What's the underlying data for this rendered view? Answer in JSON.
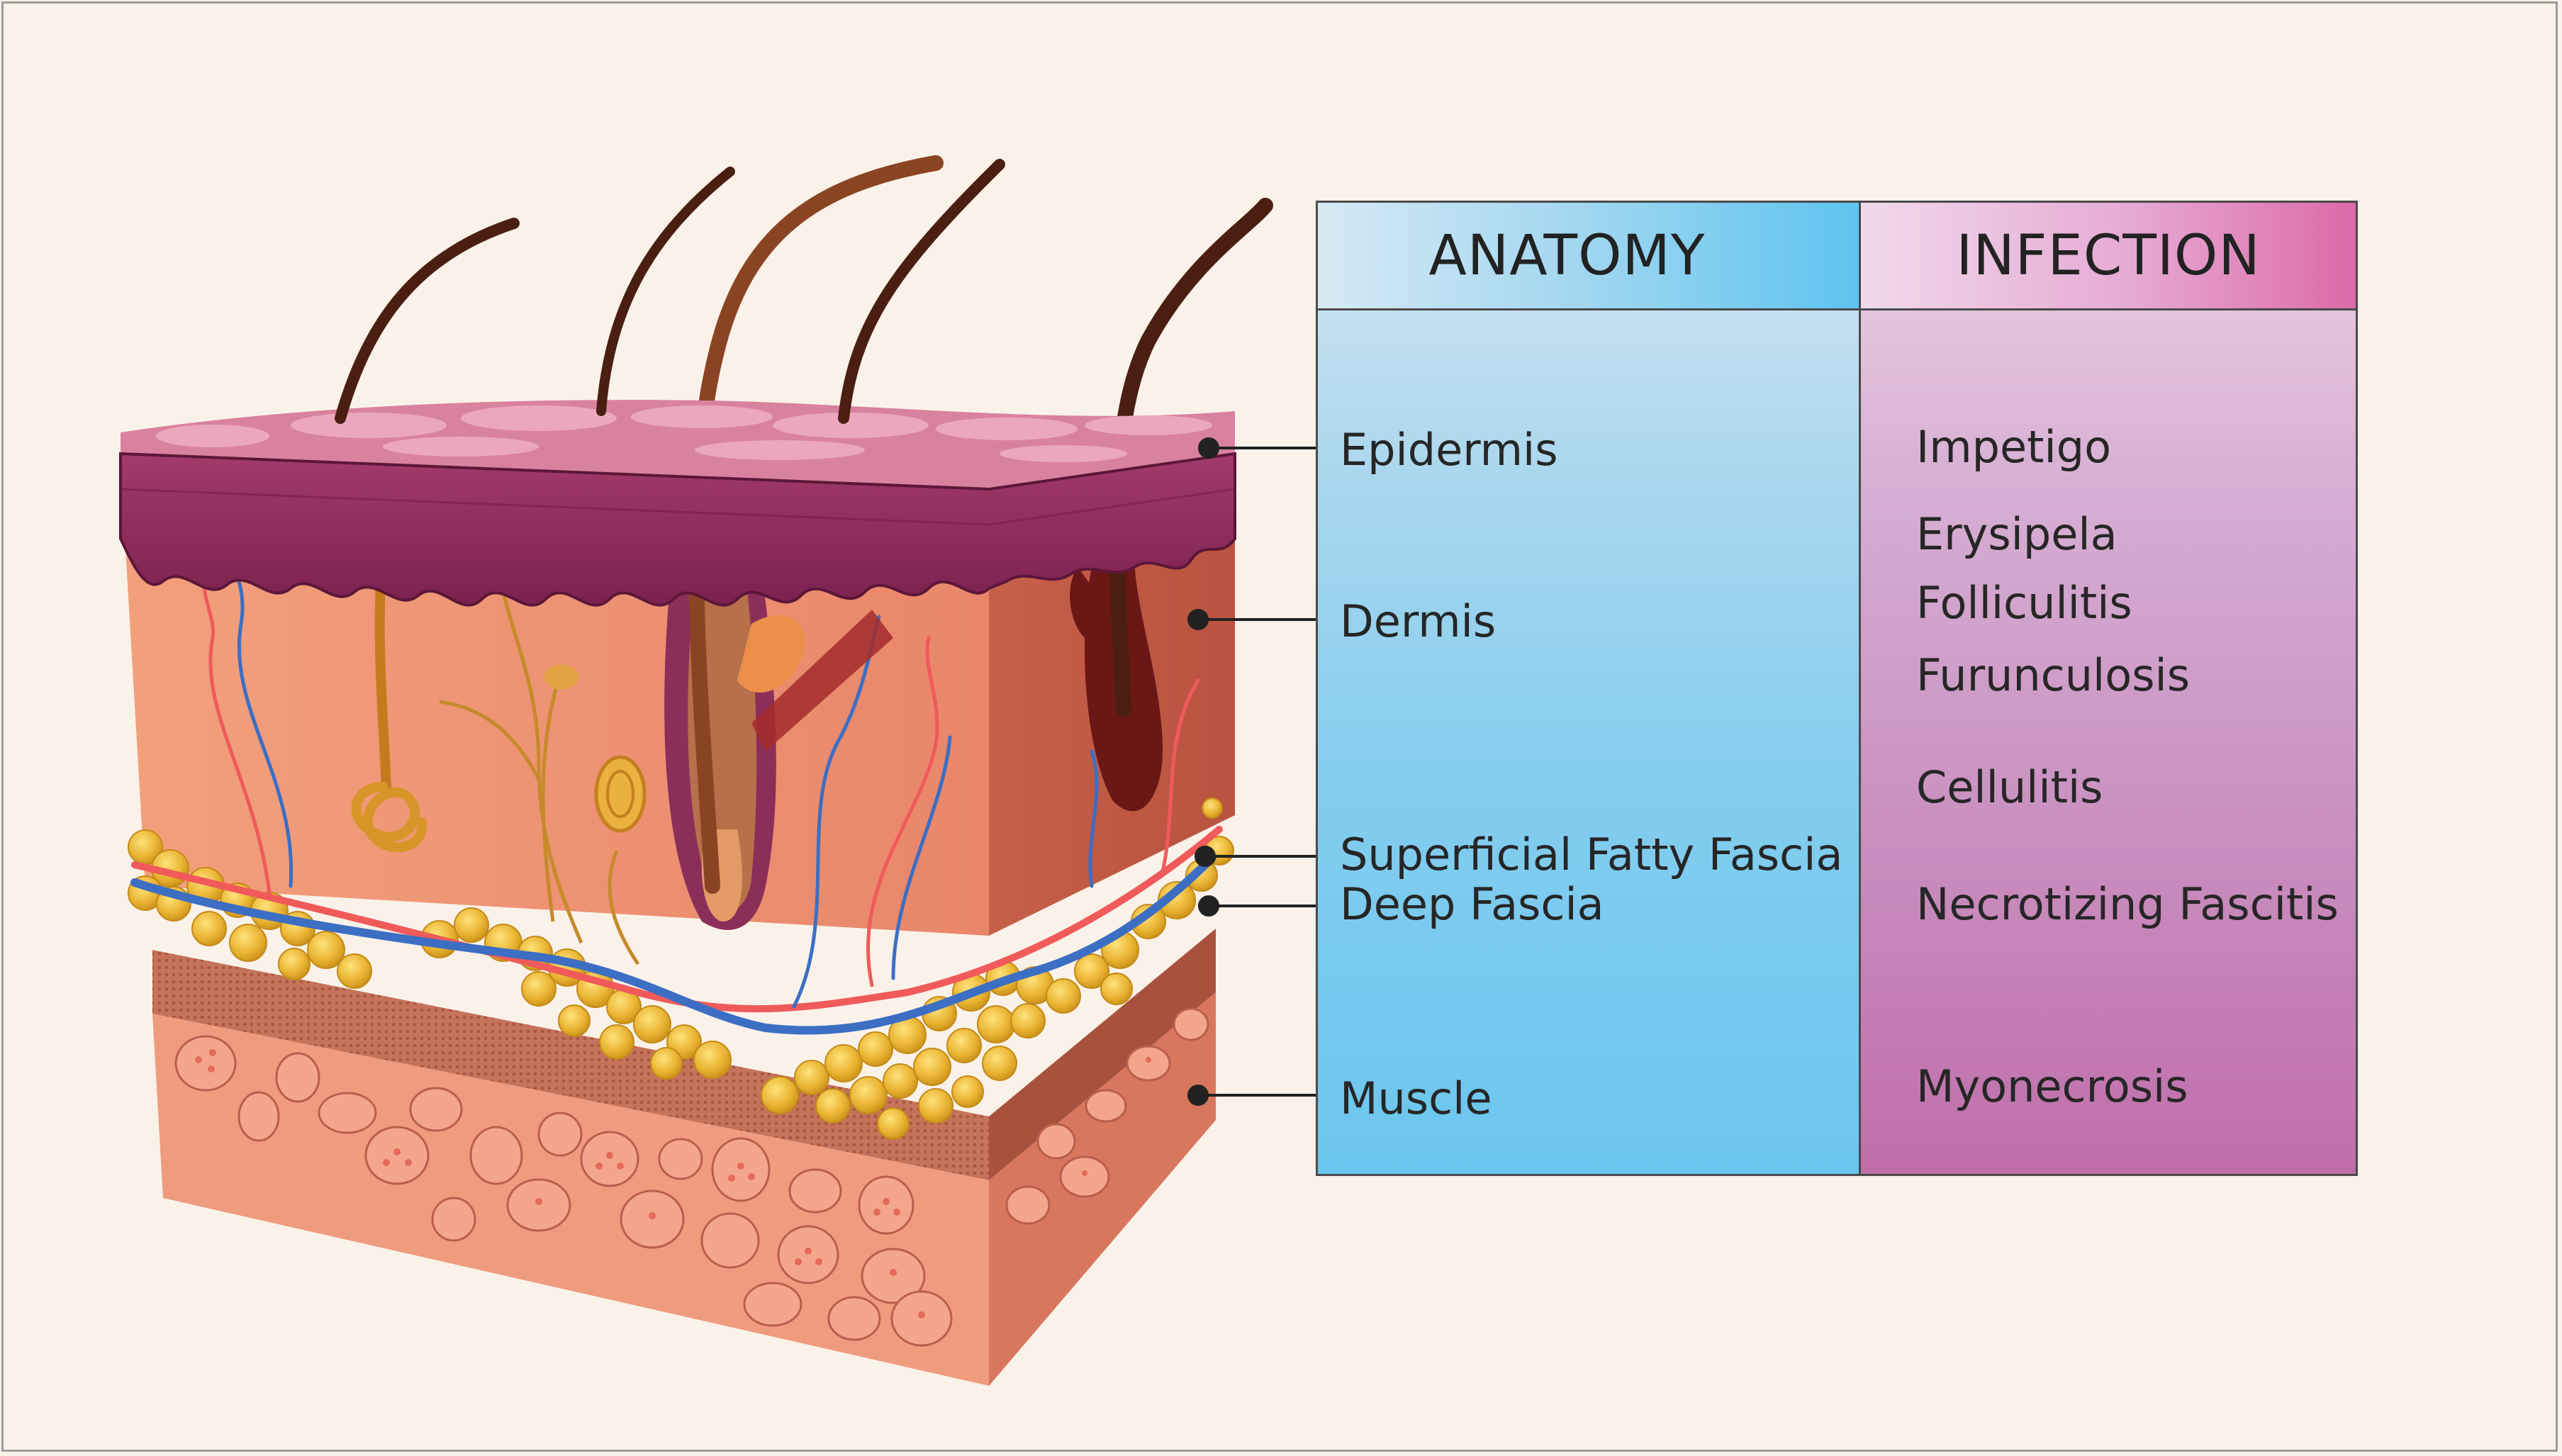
{
  "table": {
    "headers": {
      "anatomy": "ANATOMY",
      "infection": "INFECTION"
    },
    "anatomy_layers": [
      "Epidermis",
      "Dermis",
      "Superficial Fatty Fascia",
      "Deep Fascia",
      "Muscle"
    ],
    "infections": [
      "Impetigo",
      "Erysipela",
      "Folliculitis",
      "Furunculosis",
      "Cellulitis",
      "Necrotizing Fascitis",
      "Myonecrosis"
    ]
  },
  "colors": {
    "anatomy_column": "#6ac6ee",
    "infection_column": "#c06eaa",
    "epidermis": "#8e2a5e",
    "dermis": "#e9896a",
    "fat": "#e9b431",
    "muscle": "#ef9c7e",
    "artery": "#f05a5a",
    "vein": "#3c6ec4",
    "hair": "#4a1f12",
    "background": "#faf2e9"
  }
}
